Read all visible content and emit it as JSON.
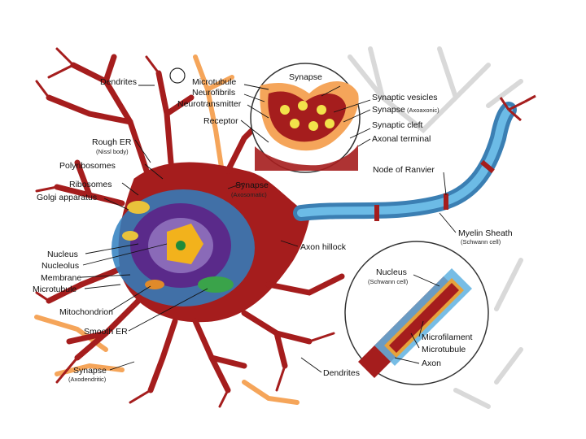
{
  "diagram": {
    "labels": {
      "dendrites_top": "Dendrites",
      "microtubule_top": "Microtubule",
      "neurofibrils": "Neurofibrils",
      "neurotransmitter": "Neurotransmitter",
      "receptor": "Receptor",
      "synapse_inset": "Synapse",
      "synaptic_vesicles": "Synaptic vesicles",
      "synapse_axoaxonic": "Synapse",
      "synapse_axoaxonic_sub": "(Axoaxonic)",
      "synaptic_cleft": "Synaptic cleft",
      "axonal_terminal": "Axonal terminal",
      "rough_er": "Rough ER",
      "rough_er_sub": "(Nissl body)",
      "polyribosomes": "Polyribosomes",
      "ribosomes": "Ribosomes",
      "golgi": "Golgi apparatus",
      "synapse_axosomatic": "Synapse",
      "synapse_axosomatic_sub": "(Axosomatic)",
      "node_of_ranvier": "Node of Ranvier",
      "myelin_sheath": "Myelin Sheath",
      "myelin_sheath_sub": "(Schwann cell)",
      "axon_hillock": "Axon hillock",
      "nucleus": "Nucleus",
      "nucleolus": "Nucleolus",
      "membrane": "Membrane",
      "microtubule_left": "Microtubule",
      "nucleus_schwann": "Nucleus",
      "nucleus_schwann_sub": "(Schwann cell)",
      "mitochondrion": "Mitochondrion",
      "smooth_er": "Smooth ER",
      "microfilament": "Microfilament",
      "microtubule_inset": "Microtubule",
      "axon": "Axon",
      "synapse_axodendritic": "Synapse",
      "synapse_axodendritic_sub": "(Axodendritic)",
      "dendrites_bottom": "Dendrites"
    },
    "colors": {
      "cell_body": "#a51d1d",
      "nucleus": "#5a2a8a",
      "nucleolus": "#f2b21c",
      "cytoplasm": "#2f7fbf",
      "myelin": "#4aa3d6",
      "background_neuron": "#d9d9d9",
      "orange_dendrite": "#f5a55a"
    }
  }
}
